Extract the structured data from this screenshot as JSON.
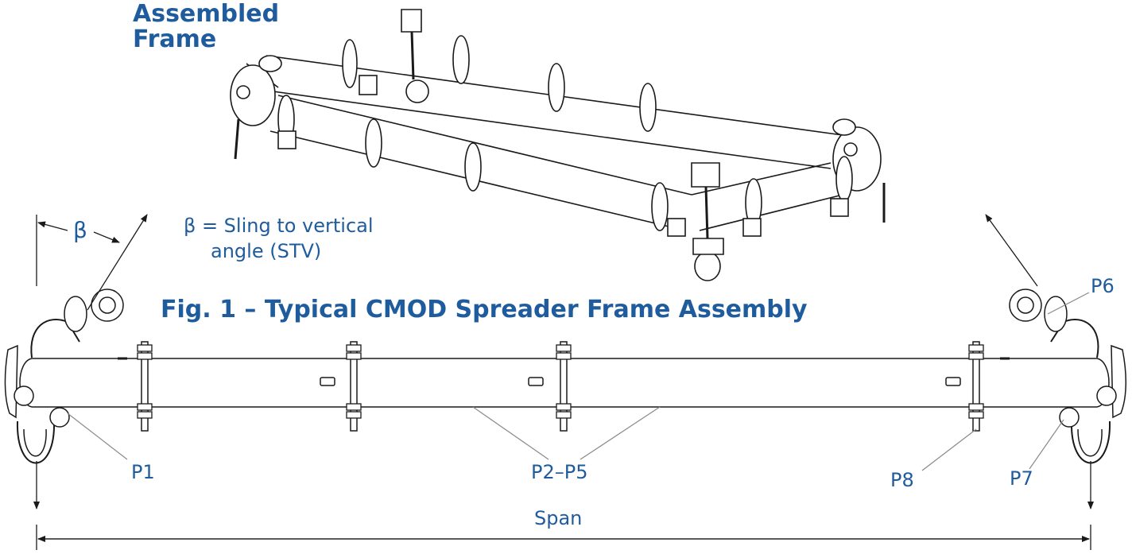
{
  "assembled_frame": {
    "title_line1": "Assembled",
    "title_line2": "Frame"
  },
  "figure_caption": "Fig. 1 – Typical CMOD Spreader Frame Assembly",
  "sling_angle": {
    "symbol": "β",
    "definition_line1": "β = Sling to vertical",
    "definition_line2": "angle (STV)"
  },
  "part_labels": {
    "p1": "P1",
    "p2_p5": "P2–P5",
    "p6": "P6",
    "p7": "P7",
    "p8": "P8"
  },
  "dimension": {
    "span": "Span"
  },
  "colors": {
    "label_blue": "#1f5c9e",
    "line_black": "#1a1a1a",
    "leader_gray": "#8a8a8a"
  }
}
